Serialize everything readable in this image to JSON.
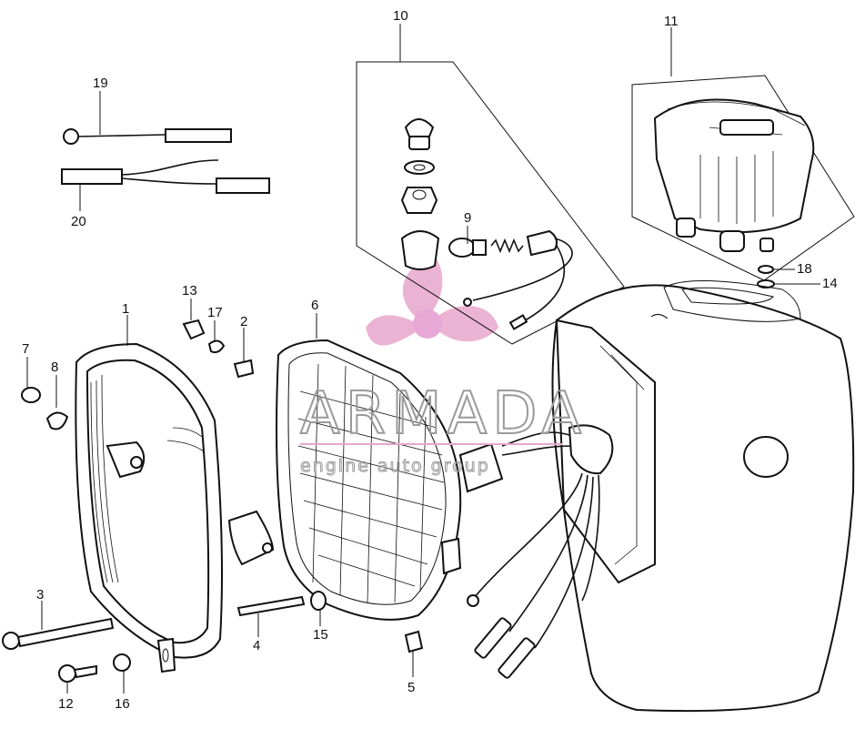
{
  "diagram": {
    "callouts": [
      {
        "id": "1",
        "label": "1"
      },
      {
        "id": "2",
        "label": "2"
      },
      {
        "id": "3",
        "label": "3"
      },
      {
        "id": "4",
        "label": "4"
      },
      {
        "id": "5",
        "label": "5"
      },
      {
        "id": "6",
        "label": "6"
      },
      {
        "id": "7",
        "label": "7"
      },
      {
        "id": "8",
        "label": "8"
      },
      {
        "id": "9",
        "label": "9"
      },
      {
        "id": "10",
        "label": "10"
      },
      {
        "id": "11",
        "label": "11"
      },
      {
        "id": "12",
        "label": "12"
      },
      {
        "id": "13",
        "label": "13"
      },
      {
        "id": "14",
        "label": "14"
      },
      {
        "id": "15",
        "label": "15"
      },
      {
        "id": "16",
        "label": "16"
      },
      {
        "id": "17",
        "label": "17"
      },
      {
        "id": "18",
        "label": "18"
      },
      {
        "id": "19",
        "label": "19"
      },
      {
        "id": "20",
        "label": "20"
      }
    ]
  },
  "watermark": {
    "title": "ARMADA",
    "subtitle": "engine auto group",
    "logo_color": "#e8a6cc",
    "logo_hub_color": "#e59ad0"
  },
  "colors": {
    "ink": "#111111",
    "watermark_text": "#9a9a9a"
  }
}
